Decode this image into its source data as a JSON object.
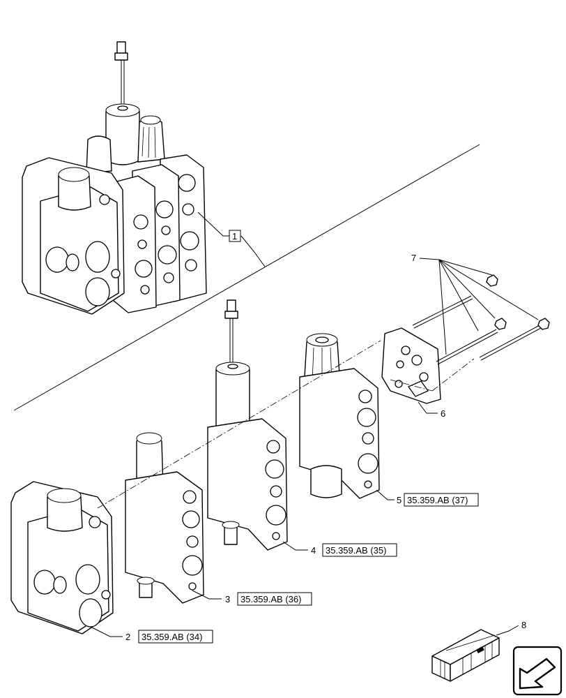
{
  "callouts": [
    {
      "id": "1",
      "num": "1",
      "ref": ""
    },
    {
      "id": "2",
      "num": "2",
      "ref": "35.359.AB (34)"
    },
    {
      "id": "3",
      "num": "3",
      "ref": "35.359.AB (36)"
    },
    {
      "id": "4",
      "num": "4",
      "ref": "35.359.AB (35)"
    },
    {
      "id": "5",
      "num": "5",
      "ref": "35.359.AB (37)"
    },
    {
      "id": "6",
      "num": "6",
      "ref": ""
    },
    {
      "id": "7",
      "num": "7",
      "ref": ""
    },
    {
      "id": "8",
      "num": "8",
      "ref": ""
    }
  ],
  "icons": {
    "kit": "parts-kit-box-icon",
    "nav": "previous-page-arrow-icon"
  }
}
